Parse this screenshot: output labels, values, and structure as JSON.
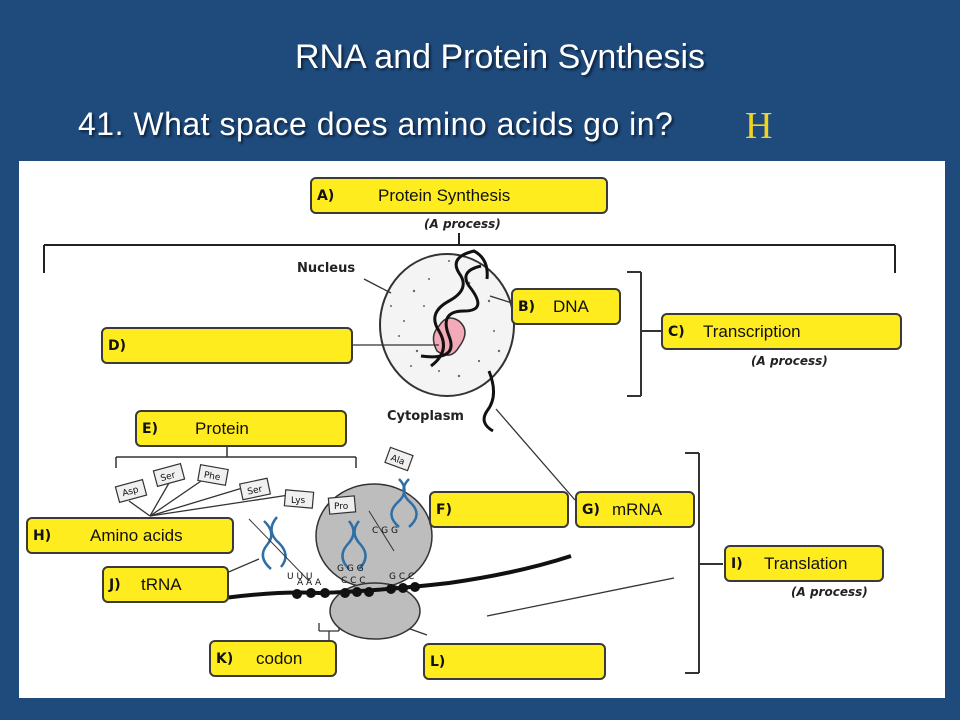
{
  "title": "RNA and Protein Synthesis",
  "question": "41. What space does amino acids go in?",
  "answer": "H",
  "diagram": {
    "labels": {
      "nucleus": "Nucleus",
      "cytoplasm": "Cytoplasm"
    },
    "captions": {
      "process_a": "(A process)",
      "process_c": "(A process)",
      "process_i": "(A process)"
    },
    "boxes": {
      "A": {
        "letter": "A)",
        "text": "Protein Synthesis"
      },
      "B": {
        "letter": "B)",
        "text": "DNA"
      },
      "C": {
        "letter": "C)",
        "text": "Transcription"
      },
      "D": {
        "letter": "D)",
        "text": ""
      },
      "E": {
        "letter": "E)",
        "text": "Protein"
      },
      "F": {
        "letter": "F)",
        "text": ""
      },
      "G": {
        "letter": "G)",
        "text": "mRNA"
      },
      "H": {
        "letter": "H)",
        "text": "Amino acids"
      },
      "I": {
        "letter": "I)",
        "text": "Translation"
      },
      "J": {
        "letter": "J)",
        "text": "tRNA"
      },
      "K": {
        "letter": "K)",
        "text": "codon"
      },
      "L": {
        "letter": "L)",
        "text": ""
      }
    },
    "amino_acids": [
      "Asp",
      "Ser",
      "Phe",
      "Ser",
      "Lys",
      "Pro"
    ],
    "trna_ala": "Ala",
    "anticodon_free": [
      "C",
      "G",
      "G"
    ],
    "anticodon_left": [
      "U",
      "U",
      "U"
    ],
    "anticodon_mid": [
      "G",
      "G",
      "G"
    ],
    "codons": [
      "A A A",
      "C C C",
      "G C C"
    ]
  }
}
